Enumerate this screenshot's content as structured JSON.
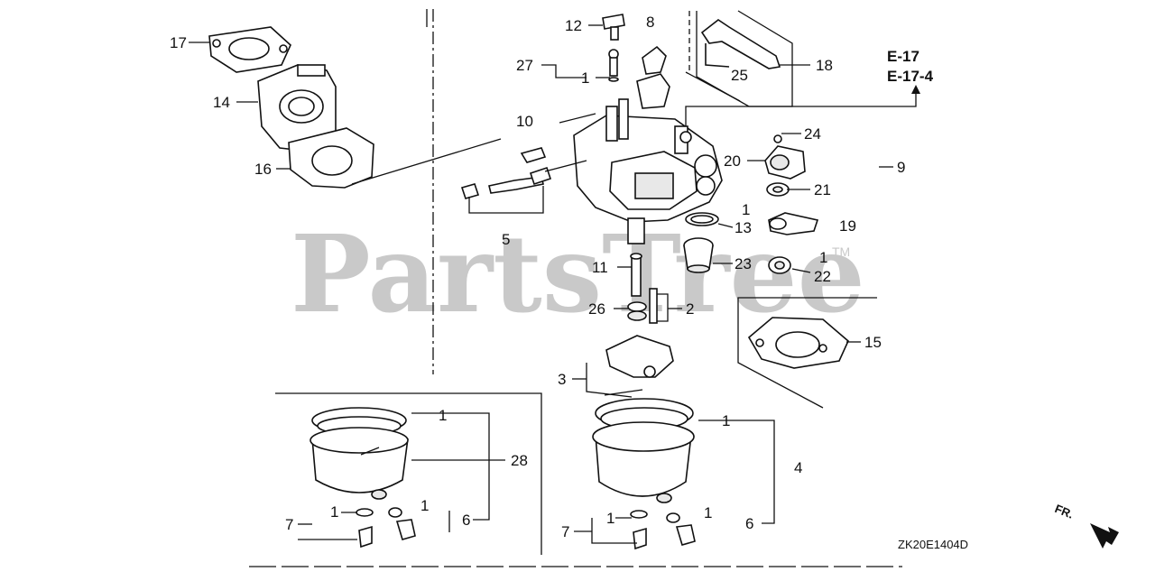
{
  "diagram": {
    "watermark": "PartsTree",
    "watermark_tm": "TM",
    "reference": [
      "E-17",
      "E-17-4"
    ],
    "diagram_code": "ZK20E1404D",
    "direction_label": "FR.",
    "callouts": {
      "c12": "12",
      "c8": "8",
      "c27": "27",
      "c1_top": "1",
      "c10": "10",
      "c18": "18",
      "c25": "25",
      "c17": "17",
      "c14": "14",
      "c16": "16",
      "c5": "5",
      "c24": "24",
      "c20": "20",
      "c9": "9",
      "c21": "21",
      "c1_mid": "1",
      "c13": "13",
      "c19": "19",
      "c23": "23",
      "c1_r": "1",
      "c22": "22",
      "c11": "11",
      "c26": "26",
      "c2": "2",
      "c15": "15",
      "c3": "3",
      "c1_bowlL": "1",
      "c28": "28",
      "c1_washL": "1",
      "c7L": "7",
      "c1_boltL": "1",
      "c6L": "6",
      "c1_bowlR": "1",
      "c4": "4",
      "c1_washR": "1",
      "c7R": "7",
      "c1_boltR": "1",
      "c6R": "6"
    }
  }
}
